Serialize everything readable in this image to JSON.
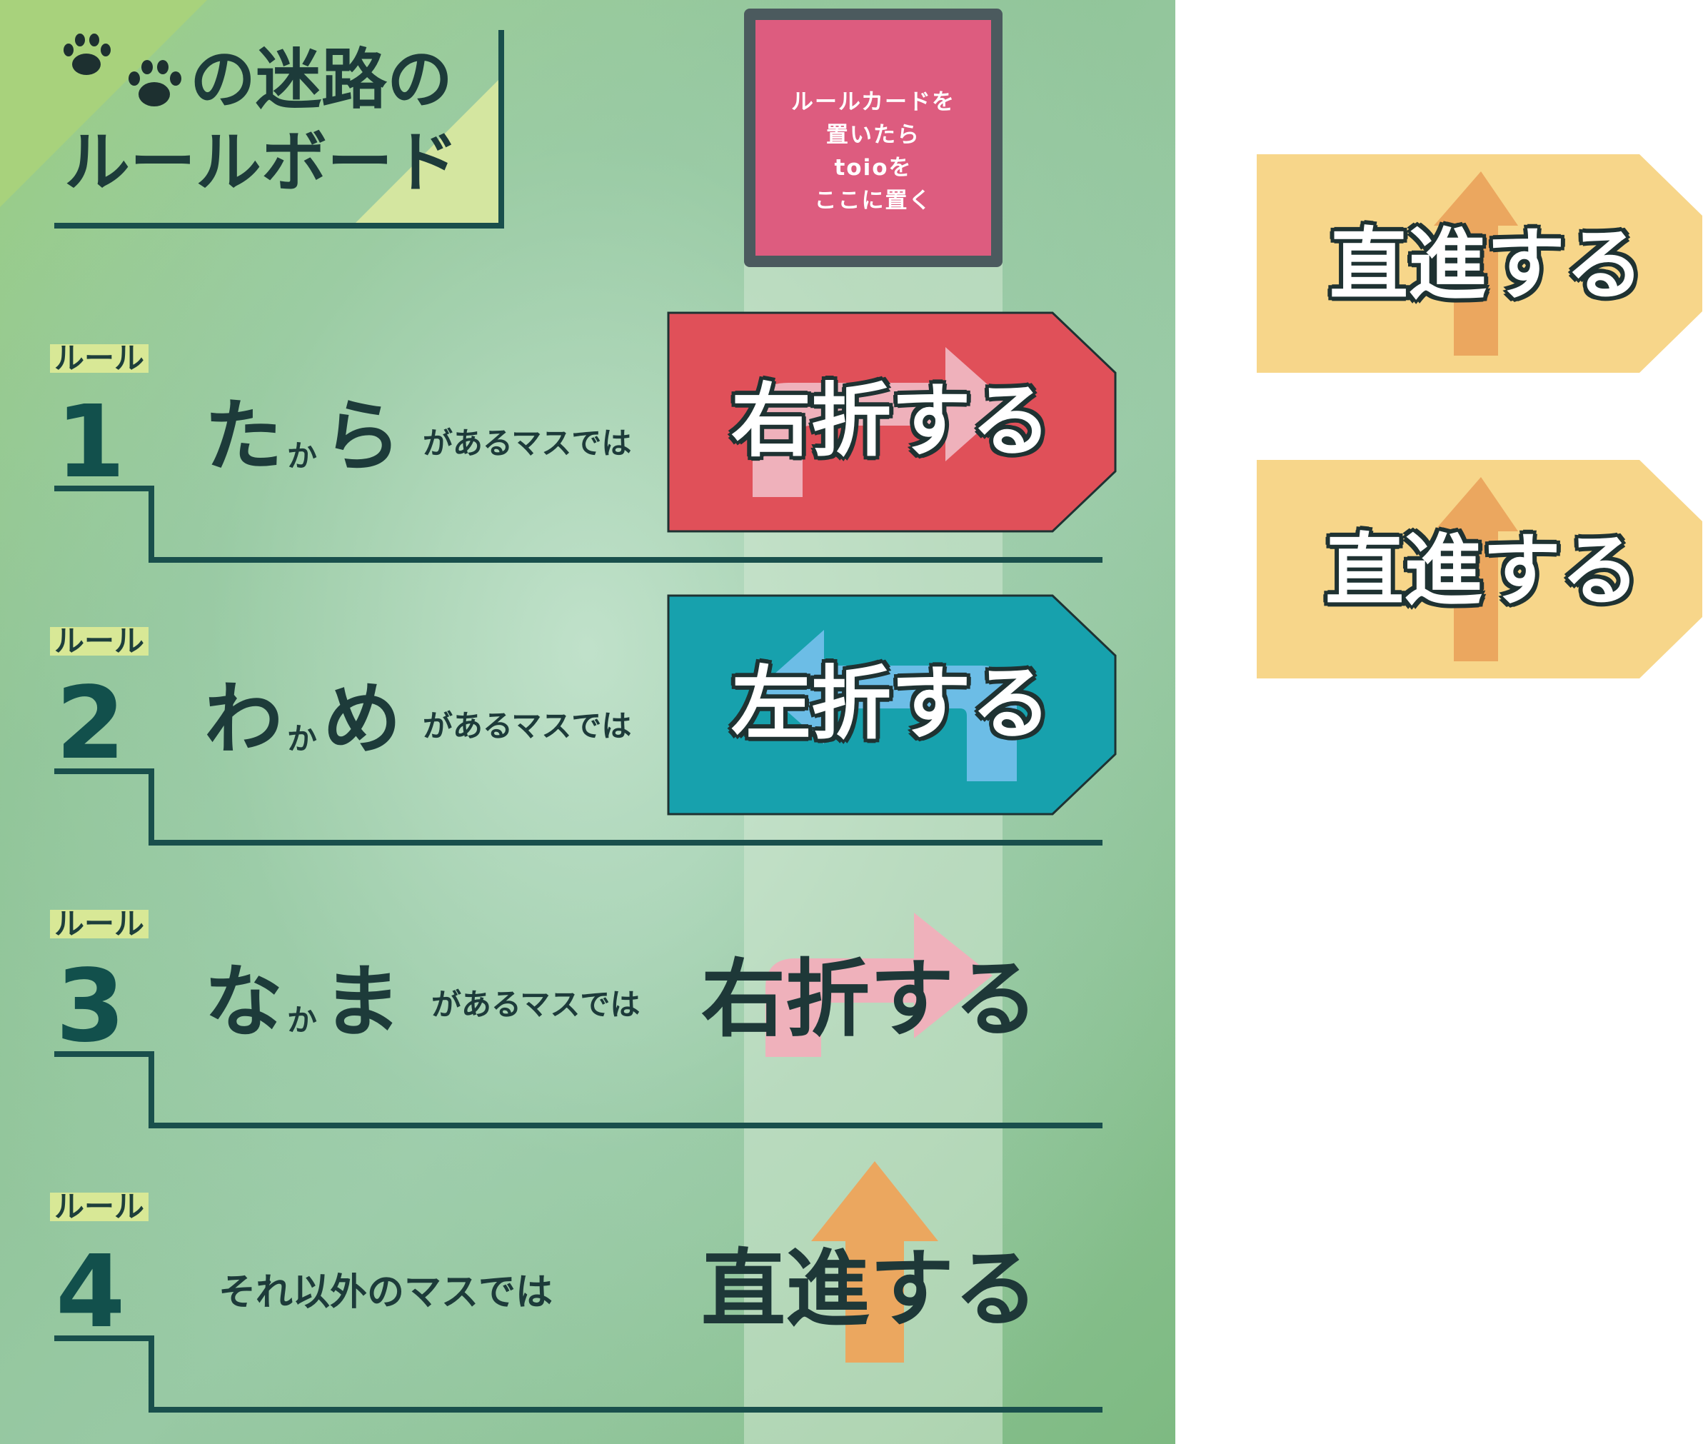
{
  "title": {
    "line1": "の迷路の",
    "line2": "ルールボード"
  },
  "slot": {
    "lines": [
      "ルールカードを",
      "置いたら",
      "toioを",
      "ここに置く"
    ]
  },
  "rules": [
    {
      "badge": "ルール",
      "number": "1",
      "item_a": "た",
      "item_small": "か",
      "item_b": "ら",
      "suffix": "があるマスでは",
      "action": "右折する"
    },
    {
      "badge": "ルール",
      "number": "2",
      "item_a": "わ",
      "item_small": "か",
      "item_b": "め",
      "suffix": "があるマスでは",
      "action": "左折する"
    },
    {
      "badge": "ルール",
      "number": "3",
      "item_a": "な",
      "item_small": "か",
      "item_b": "ま",
      "suffix": "があるマスでは",
      "action": "右折する"
    },
    {
      "badge": "ルール",
      "number": "4",
      "suffix": "それ以外のマスでは",
      "action": "直進する"
    }
  ],
  "spare_cards": [
    {
      "label": "直進する"
    },
    {
      "label": "直進する"
    }
  ],
  "colors": {
    "dark_teal": "#194f4c",
    "red_card": "#e05059",
    "teal_card": "#17a1ad",
    "yellow_card": "#f7d68a",
    "pink_arrow": "#efb1bb",
    "blue_arrow": "#6cbde6",
    "orange_arrow": "#eba75f",
    "slot_pink": "#dd5c7f"
  },
  "icons": [
    "paw-icon",
    "right-turn-arrow-icon",
    "left-turn-arrow-icon",
    "straight-arrow-icon"
  ]
}
